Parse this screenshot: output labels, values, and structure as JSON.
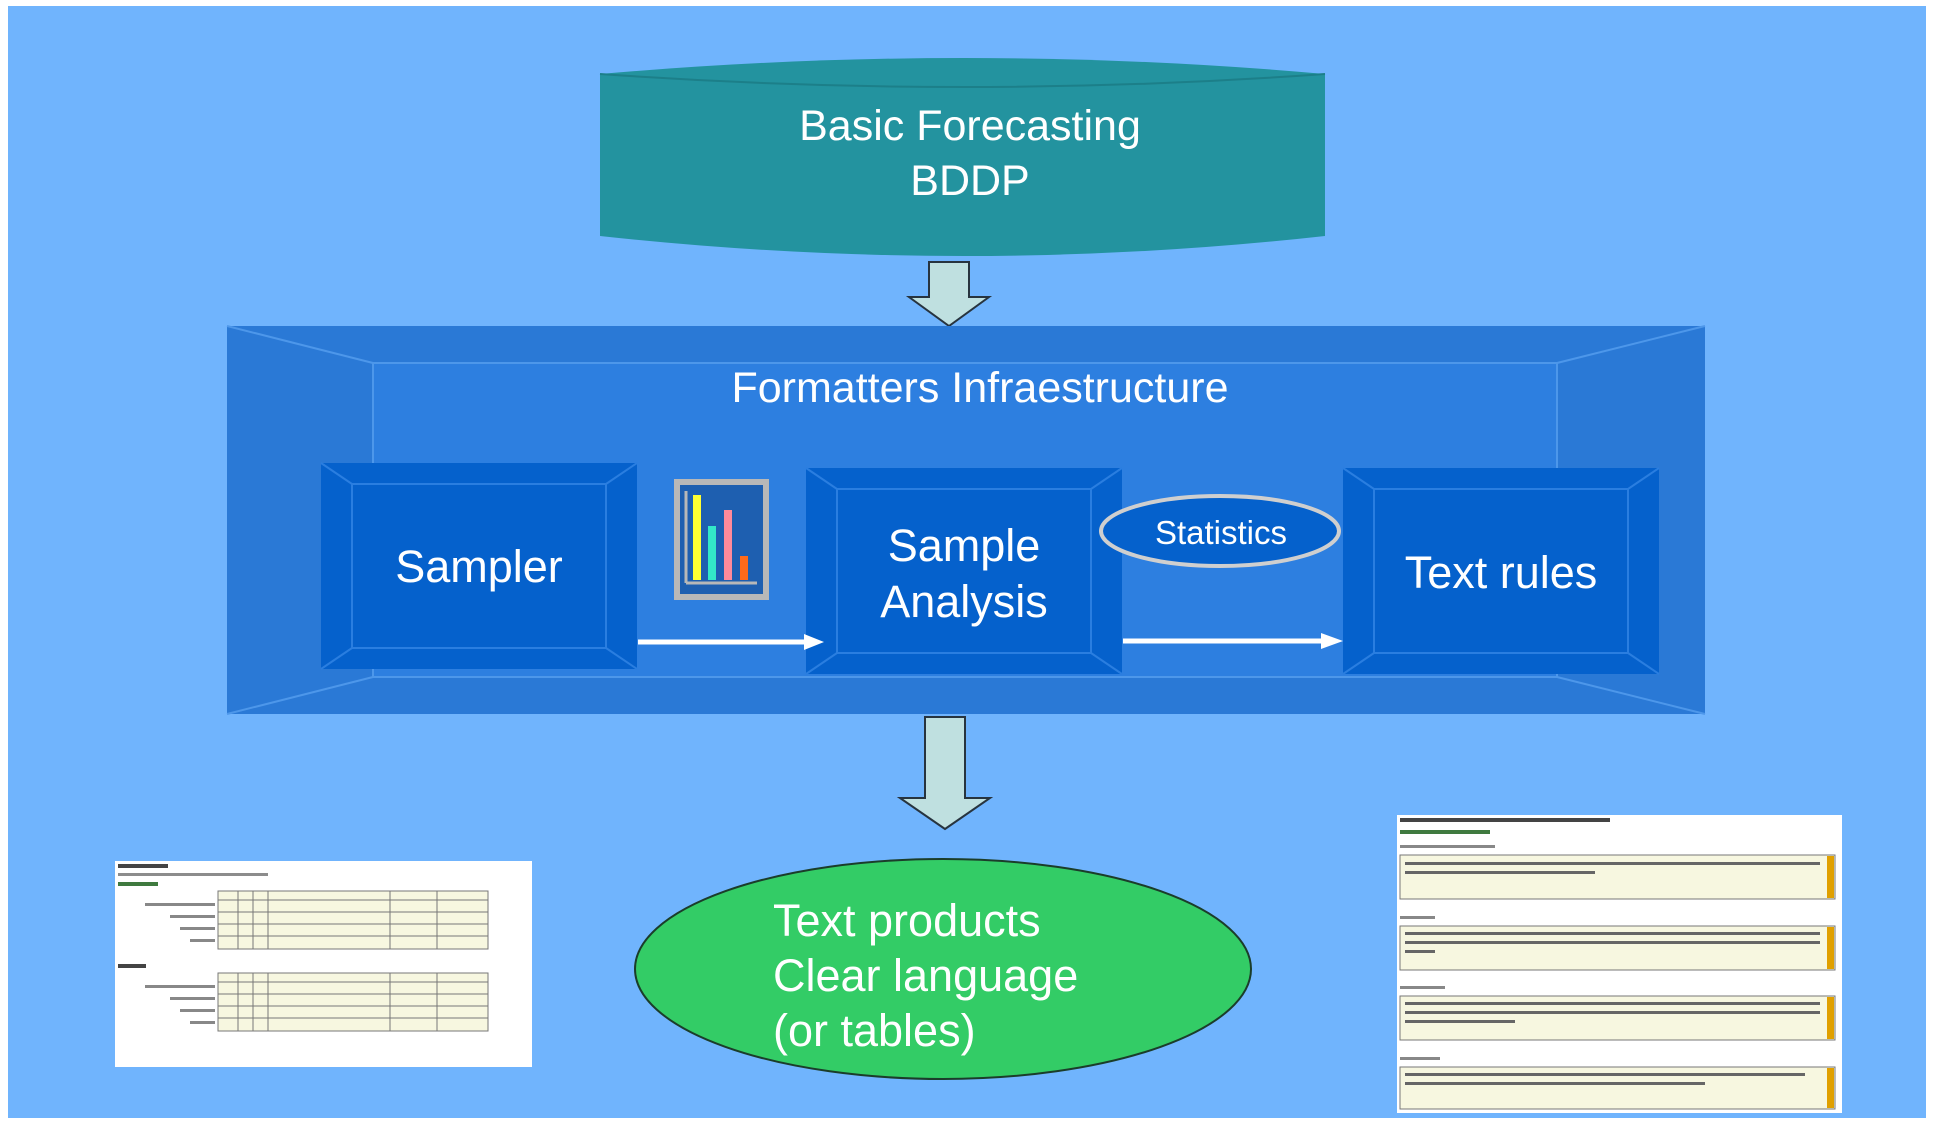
{
  "diagram": {
    "top_cylinder": {
      "line1": "Basic Forecasting",
      "line2": "BDDP"
    },
    "infrastructure": {
      "title": "Formatters Infraestructure"
    },
    "sampler": {
      "label": "Sampler"
    },
    "analysis": {
      "line1": "Sample",
      "line2": "Analysis"
    },
    "statistics": {
      "label": "Statistics"
    },
    "text_rules": {
      "label": "Text rules"
    },
    "products": {
      "line1": "Text products",
      "line2": "Clear language",
      "line3": "(or tables)"
    },
    "chart_icon_colors": [
      "#ffff33",
      "#33e8c8",
      "#ff8a9a",
      "#ff6a1a"
    ]
  },
  "colors": {
    "background": "#70b4fd",
    "cylinder": "#23939f",
    "frame": "#2d7fe0",
    "box": "#0561cc",
    "oval": "#33cc66",
    "arrow": "#bfe0e0"
  }
}
